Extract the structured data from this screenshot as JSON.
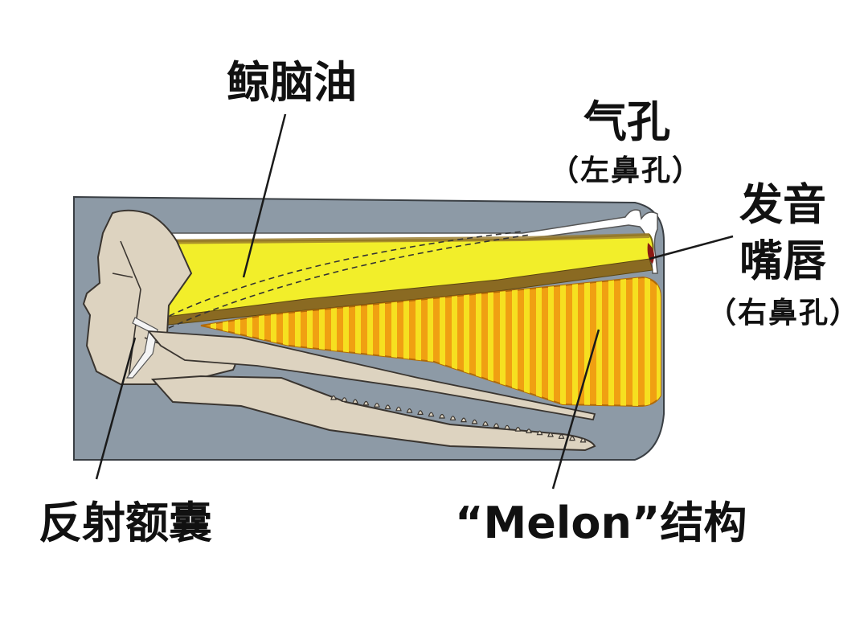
{
  "labels": {
    "spermaceti": "鲸脑油",
    "blowhole": "气孔",
    "blowhole_sub": "（左鼻孔）",
    "phonic_lips_1": "发音",
    "phonic_lips_2": "嘴唇",
    "phonic_lips_sub": "（右鼻孔）",
    "frontal_sac": "反射额囊",
    "melon": "“Melon”结构"
  },
  "colors": {
    "background": "#ffffff",
    "body": "#8d9aa6",
    "outline": "#3a3f44",
    "spermaceti": "#f2ee2a",
    "melon_base": "#f0a012",
    "melon_stripe": "#f6e020",
    "bone": "#ddd3c0",
    "lips": "#8b1a14",
    "leader": "#1a1a1a"
  },
  "icons": {
    "skull": "sperm-whale-skull",
    "jaw": "lower-jaw-with-teeth"
  }
}
